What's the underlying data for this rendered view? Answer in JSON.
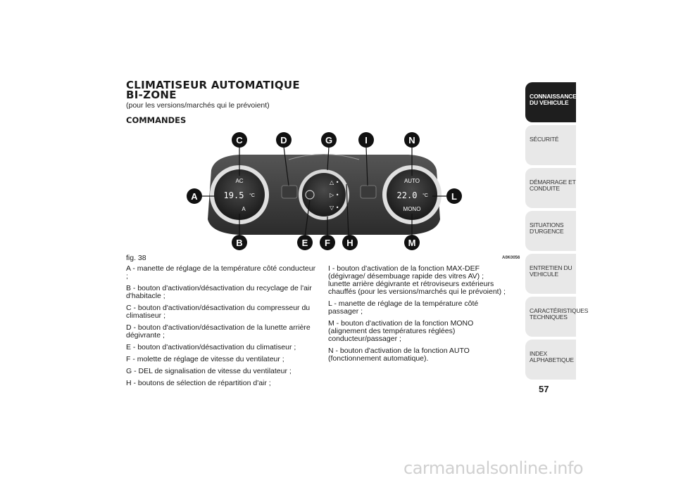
{
  "heading": {
    "line1": "CLIMATISEUR AUTOMATIQUE",
    "line2": "BI-ZONE"
  },
  "subtitle": "(pour les versions/marchés qui le prévoient)",
  "section_title": "COMMANDES",
  "figure": {
    "caption": "fig. 38",
    "code": "A0K0056",
    "callouts": [
      "C",
      "D",
      "G",
      "I",
      "N",
      "A",
      "L",
      "B",
      "E",
      "F",
      "H",
      "M"
    ],
    "panel": {
      "left_temp": "19.5",
      "right_temp": "22.0",
      "unit": "°C",
      "ac_label": "AC",
      "recirc_label": "A",
      "auto_label": "AUTO",
      "mono_label": "MONO"
    }
  },
  "legend_left": [
    "A - manette de réglage de la température côté conducteur ;",
    "B - bouton d'activation/désactivation du recyclage de l'air d'habitacle ;",
    "C - bouton d'activation/désactivation du compresseur du climatiseur ;",
    "D - bouton d'activation/désactivation de la lunette arrière dégivrante ;",
    "E - bouton d'activation/désactivation du climatiseur ;",
    "F - molette de réglage de vitesse du ventilateur ;",
    "G - DEL de signalisation de vitesse du ventilateur ;",
    "H - boutons de sélection de répartition d'air ;"
  ],
  "legend_right": [
    "I - bouton d'activation de la fonction MAX-DEF (dégivrage/ désembuage rapide des vitres AV) ; lunette arrière dégivrante et rétroviseurs extérieurs chauffés (pour les versions/marchés qui le prévoient) ;",
    "L - manette de réglage de la température côté passager ;",
    "M - bouton d'activation de la fonction MONO (alignement des températures réglées) conducteur/passager ;",
    "N - bouton d'activation de la fonction AUTO (fonctionnement automatique)."
  ],
  "tabs": [
    {
      "line1": "CONNAISSANCE",
      "line2": "DU VEHICULE",
      "active": true
    },
    {
      "line1": "SÉCURITÉ",
      "line2": "",
      "active": false
    },
    {
      "line1": "DÉMARRAGE ET",
      "line2": "CONDUITE",
      "active": false
    },
    {
      "line1": "SITUATIONS",
      "line2": "D'URGENCE",
      "active": false
    },
    {
      "line1": "ENTRETIEN DU",
      "line2": "VEHICULE",
      "active": false
    },
    {
      "line1": "CARACTÉRISTIQUES",
      "line2": "TECHNIQUES",
      "active": false
    },
    {
      "line1": "INDEX",
      "line2": "ALPHABETIQUE",
      "active": false
    }
  ],
  "page_number": "57",
  "watermark": "carmanualsonline.info"
}
